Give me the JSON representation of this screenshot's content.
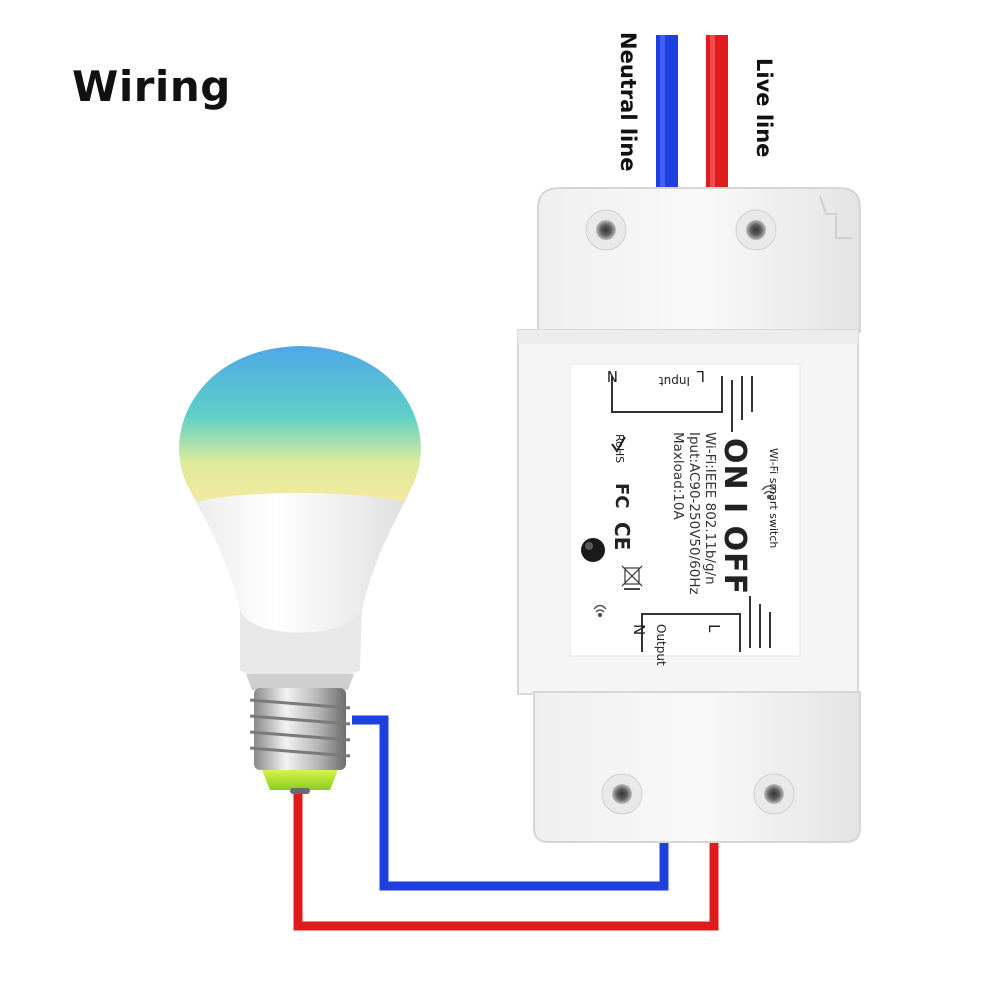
{
  "title": "Wiring",
  "wires": {
    "neutral_label": "Neutral line",
    "live_label": "Live line",
    "neutral_color": "#1f3fe0",
    "live_color": "#e01b1b"
  },
  "device": {
    "name": "Wi-Fi smart switch",
    "switch_text": "ON I OFF",
    "spec_wifi": "Wi-Fi:IEEE 802.11b/g/n",
    "spec_input": "Iput:AC90-250V50/60Hz",
    "spec_load": "Maxload:10A",
    "input_label": "Input",
    "output_label": "Output",
    "n_label": "N",
    "l_label": "L",
    "cert_rohs": "RoHS",
    "cert_fc": "FC",
    "cert_ce": "CE"
  },
  "icons": {
    "bulb": "rgb-led-bulb-icon",
    "weee": "crossed-bin-icon",
    "wifi": "wifi-icon",
    "check": "checkmark-icon"
  }
}
